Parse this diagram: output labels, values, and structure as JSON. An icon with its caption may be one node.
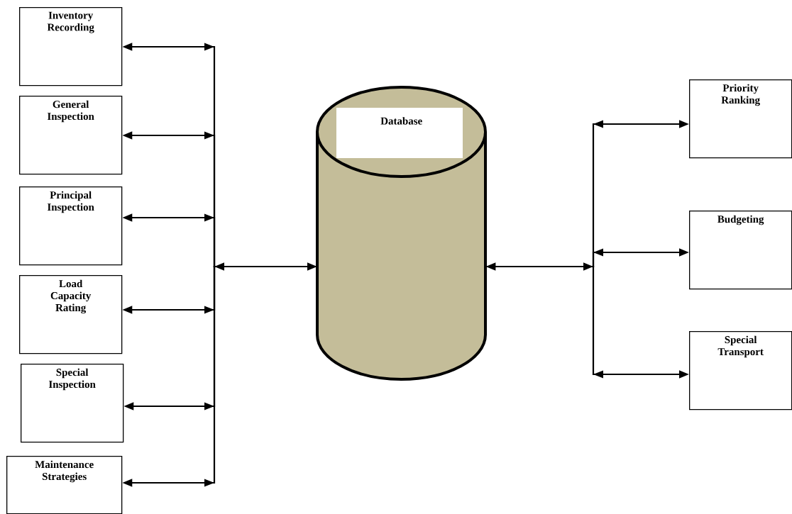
{
  "diagram": {
    "nodes": [
      {
        "text": [
          "Inventory Recording"
        ]
      },
      {
        "text": [
          "General Inspection"
        ]
      },
      {
        "text": [
          "Principal Inspection"
        ]
      },
      {
        "text": [
          "Load Capacity Rating"
        ]
      },
      {
        "text": [
          "Special Inspection"
        ]
      },
      {
        "text": [
          "Maintenance Strategies"
        ]
      },
      {
        "text": [
          "Database"
        ]
      },
      {
        "text": [
          "Priority Ranking"
        ]
      },
      {
        "text": [
          "Budgeting"
        ]
      },
      {
        "text": [
          "Special Transport"
        ]
      }
    ],
    "edges": [
      {
        "from": 0,
        "to": 6,
        "arrow": "both"
      },
      {
        "from": 1,
        "to": 6,
        "arrow": "both"
      },
      {
        "from": 2,
        "to": 6,
        "arrow": "both"
      },
      {
        "from": 3,
        "to": 6,
        "arrow": "both"
      },
      {
        "from": 4,
        "to": 6,
        "arrow": "both"
      },
      {
        "from": 5,
        "to": 6,
        "arrow": "both"
      },
      {
        "from": 6,
        "to": 7,
        "arrow": "both"
      },
      {
        "from": 6,
        "to": 8,
        "arrow": "both"
      },
      {
        "from": 6,
        "to": 9,
        "arrow": "both"
      }
    ]
  }
}
